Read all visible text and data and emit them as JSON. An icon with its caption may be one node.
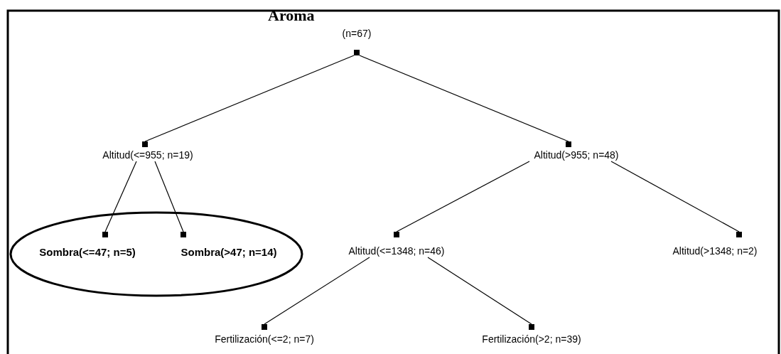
{
  "diagram": {
    "title": "Aroma",
    "nodes": [
      {
        "text": [
          "(n=67)"
        ]
      },
      {
        "text": [
          "Altitud(<=955; n=19)"
        ]
      },
      {
        "text": [
          "Altitud(>955; n=48)"
        ]
      },
      {
        "text": [],
        "shape": "ellipse"
      },
      {
        "text": [
          "Sombra(<=47; n=5)"
        ],
        "in": 3
      },
      {
        "text": [
          "Sombra(>47; n=14)"
        ],
        "in": 3
      },
      {
        "text": [
          "Altitud(<=1348; n=46)"
        ]
      },
      {
        "text": [
          "Altitud(>1348; n=2)"
        ]
      },
      {
        "text": [
          "Fertilización(<=2; n=7)"
        ]
      },
      {
        "text": [
          "Fertilización(>2; n=39)"
        ]
      }
    ],
    "edges": [
      {
        "from": 0,
        "to": 1,
        "arrow": "none"
      },
      {
        "from": 0,
        "to": 2,
        "arrow": "none"
      },
      {
        "from": 1,
        "to": 4,
        "arrow": "none"
      },
      {
        "from": 1,
        "to": 5,
        "arrow": "none"
      },
      {
        "from": 2,
        "to": 6,
        "arrow": "none"
      },
      {
        "from": 2,
        "to": 7,
        "arrow": "none"
      },
      {
        "from": 6,
        "to": 8,
        "arrow": "none"
      },
      {
        "from": 6,
        "to": 9,
        "arrow": "none"
      }
    ]
  }
}
